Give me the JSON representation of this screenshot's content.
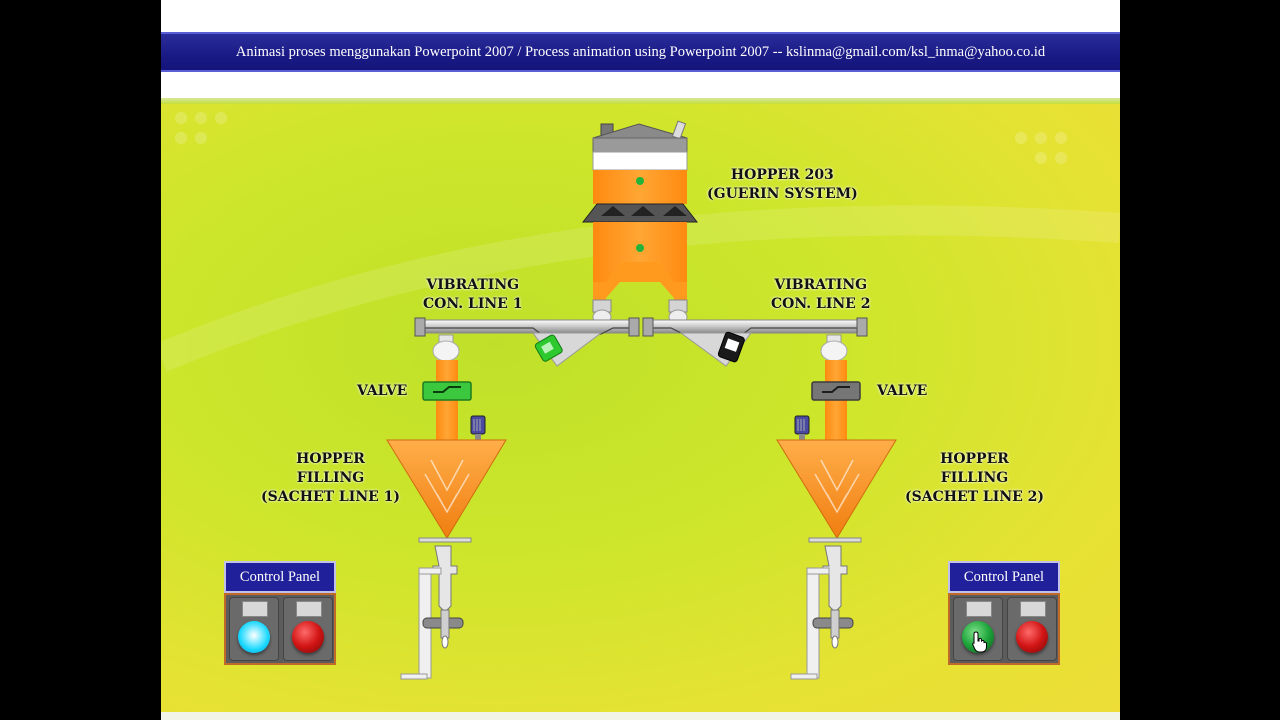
{
  "banner": {
    "text": "Animasi proses menggunakan Powerpoint 2007 / Process animation using Powerpoint 2007 -- kslinma@gmail.com/ksl_inma@yahoo.co.id"
  },
  "labels": {
    "hopper203": [
      "HOPPER 203",
      "(GUERIN SYSTEM)"
    ],
    "vib1": [
      "VIBRATING",
      "CON. LINE 1"
    ],
    "vib2": [
      "VIBRATING",
      "CON. LINE 2"
    ],
    "valve_left": "VALVE",
    "valve_right": "VALVE",
    "filling1": [
      "HOPPER",
      "FILLING",
      "(SACHET LINE 1)"
    ],
    "filling2": [
      "HOPPER",
      "FILLING",
      "(SACHET LINE 2)"
    ]
  },
  "control_panels": [
    {
      "title": "Control Panel",
      "start_lamp": "cyan-on",
      "stop_lamp": "red"
    },
    {
      "title": "Control Panel",
      "start_lamp": "green",
      "stop_lamp": "red"
    }
  ],
  "colors": {
    "banner": "#1a1a86",
    "product": "#ff9a1e",
    "valve_open": "#39c43d",
    "valve_closed": "#6e6e6e",
    "lamp_cyan": "#19d8ff",
    "lamp_green": "#1ea53a",
    "lamp_red": "#d21515"
  },
  "icons": [
    "level-sensor-icon",
    "motor-icon",
    "cursor-hand-icon"
  ]
}
